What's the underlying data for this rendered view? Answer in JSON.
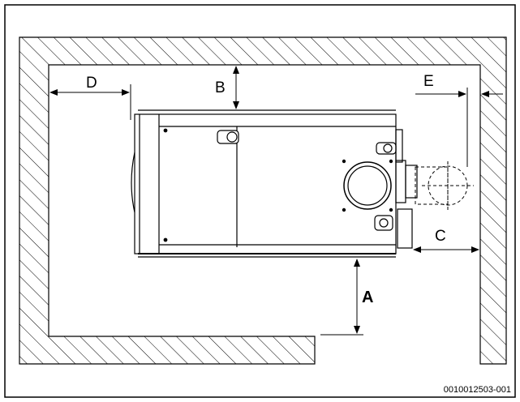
{
  "diagram": {
    "labels": {
      "a": "A",
      "b": "B",
      "c": "C",
      "d": "D",
      "e": "E"
    },
    "figure_id": "0010012503-001"
  }
}
